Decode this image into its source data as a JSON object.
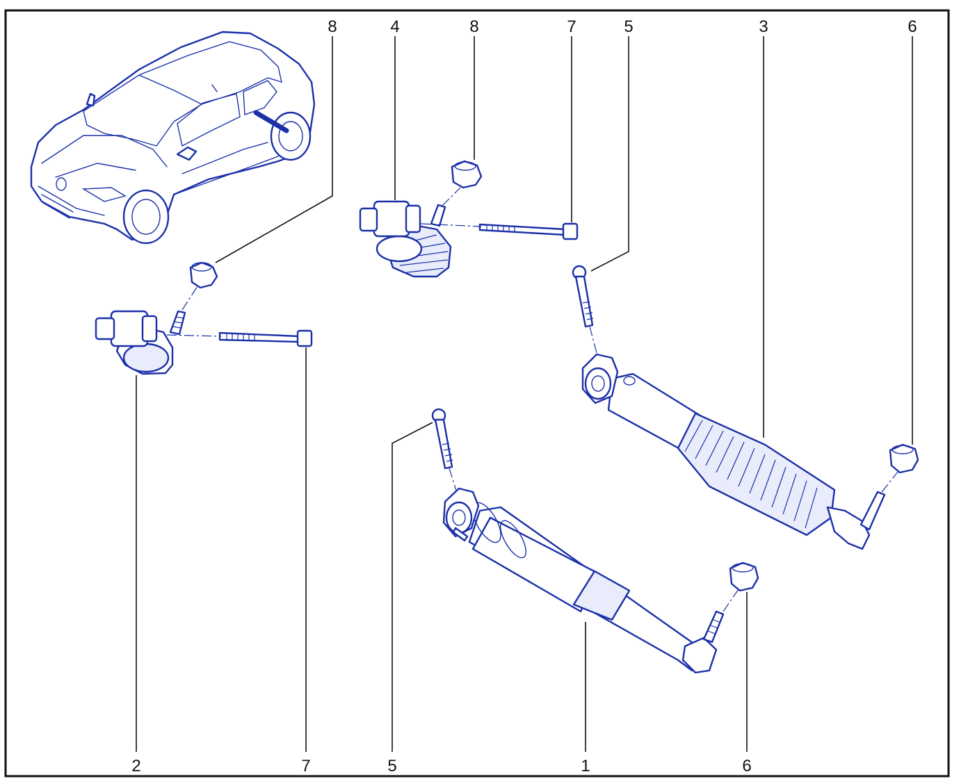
{
  "colors": {
    "line": "#1a2fa8",
    "frame": "#111111",
    "background": "#ffffff"
  },
  "callouts": {
    "top": [
      {
        "id": "8"
      },
      {
        "id": "4"
      },
      {
        "id": "8"
      },
      {
        "id": "7"
      },
      {
        "id": "5"
      },
      {
        "id": "3"
      },
      {
        "id": "6"
      }
    ],
    "bottom": [
      {
        "id": "2"
      },
      {
        "id": "7"
      },
      {
        "id": "5"
      },
      {
        "id": "1"
      },
      {
        "id": "6"
      }
    ]
  }
}
